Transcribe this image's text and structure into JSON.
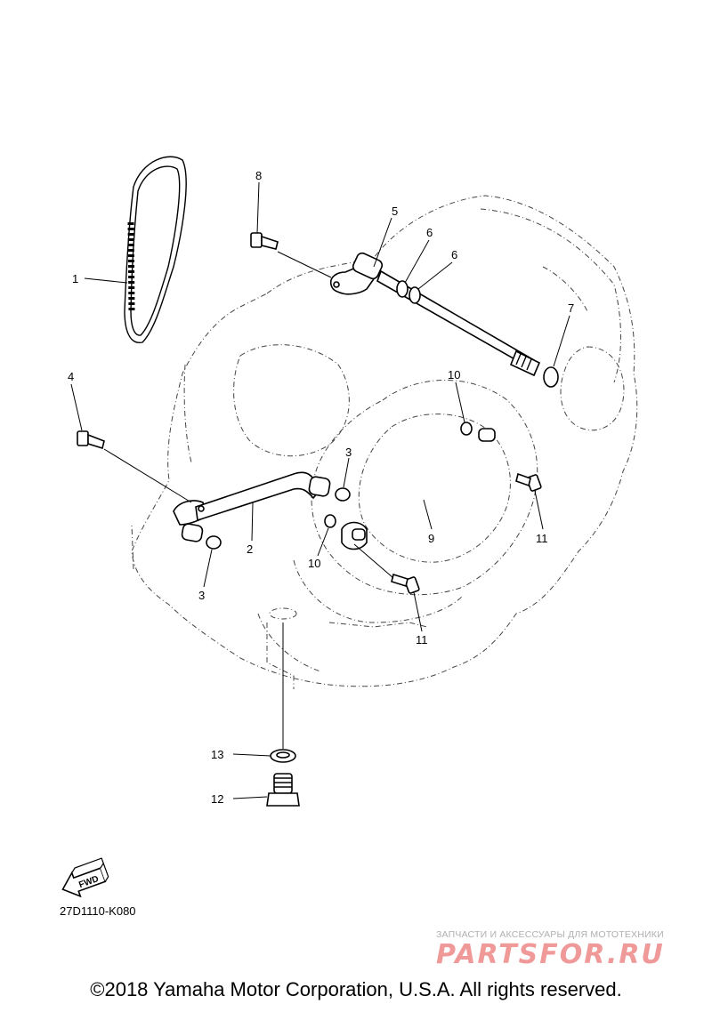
{
  "diagram": {
    "callouts": [
      {
        "id": "c1",
        "label": "1"
      },
      {
        "id": "c2",
        "label": "2"
      },
      {
        "id": "c3a",
        "label": "3"
      },
      {
        "id": "c3b",
        "label": "3"
      },
      {
        "id": "c4",
        "label": "4"
      },
      {
        "id": "c5",
        "label": "5"
      },
      {
        "id": "c6a",
        "label": "6"
      },
      {
        "id": "c6b",
        "label": "6"
      },
      {
        "id": "c7",
        "label": "7"
      },
      {
        "id": "c8",
        "label": "8"
      },
      {
        "id": "c9",
        "label": "9"
      },
      {
        "id": "c10a",
        "label": "10"
      },
      {
        "id": "c10b",
        "label": "10"
      },
      {
        "id": "c11a",
        "label": "11"
      },
      {
        "id": "c11b",
        "label": "11"
      },
      {
        "id": "c12",
        "label": "12"
      },
      {
        "id": "c13",
        "label": "13"
      }
    ],
    "fwd_label": "FWD",
    "code": "27D1110-K080"
  },
  "watermark": {
    "tagline": "ЗАПЧАСТИ И АКСЕССУАРЫ ДЛЯ МОТОТЕХНИКИ",
    "brand": "PARTSFOR.RU"
  },
  "footer": {
    "copyright": "©2018 Yamaha Motor Corporation, U.S.A. All rights reserved."
  }
}
